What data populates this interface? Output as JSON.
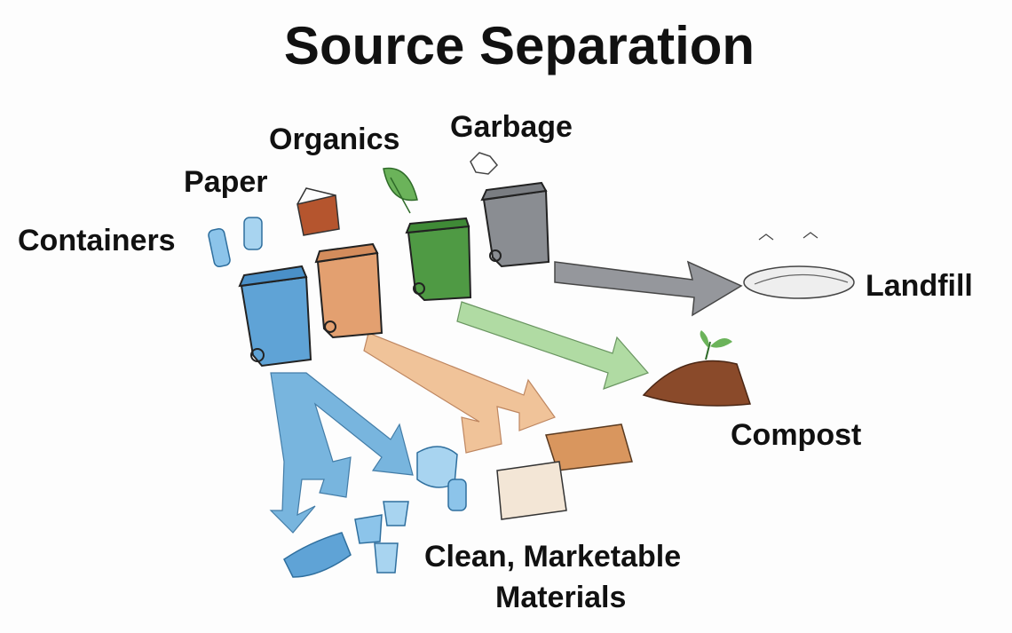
{
  "title": "Source Separation",
  "streams": {
    "containers": "Containers",
    "paper": "Paper",
    "organics": "Organics",
    "garbage": "Garbage"
  },
  "destinations": {
    "landfill": "Landfill",
    "compost": "Compost",
    "materials_line1": "Clean, Marketable",
    "materials_line2": "Materials"
  },
  "colors": {
    "blue": "#5fa3d6",
    "orange": "#e3a070",
    "green": "#4f9a44",
    "gray": "#8a8d92",
    "brown": "#8a4a2a"
  }
}
